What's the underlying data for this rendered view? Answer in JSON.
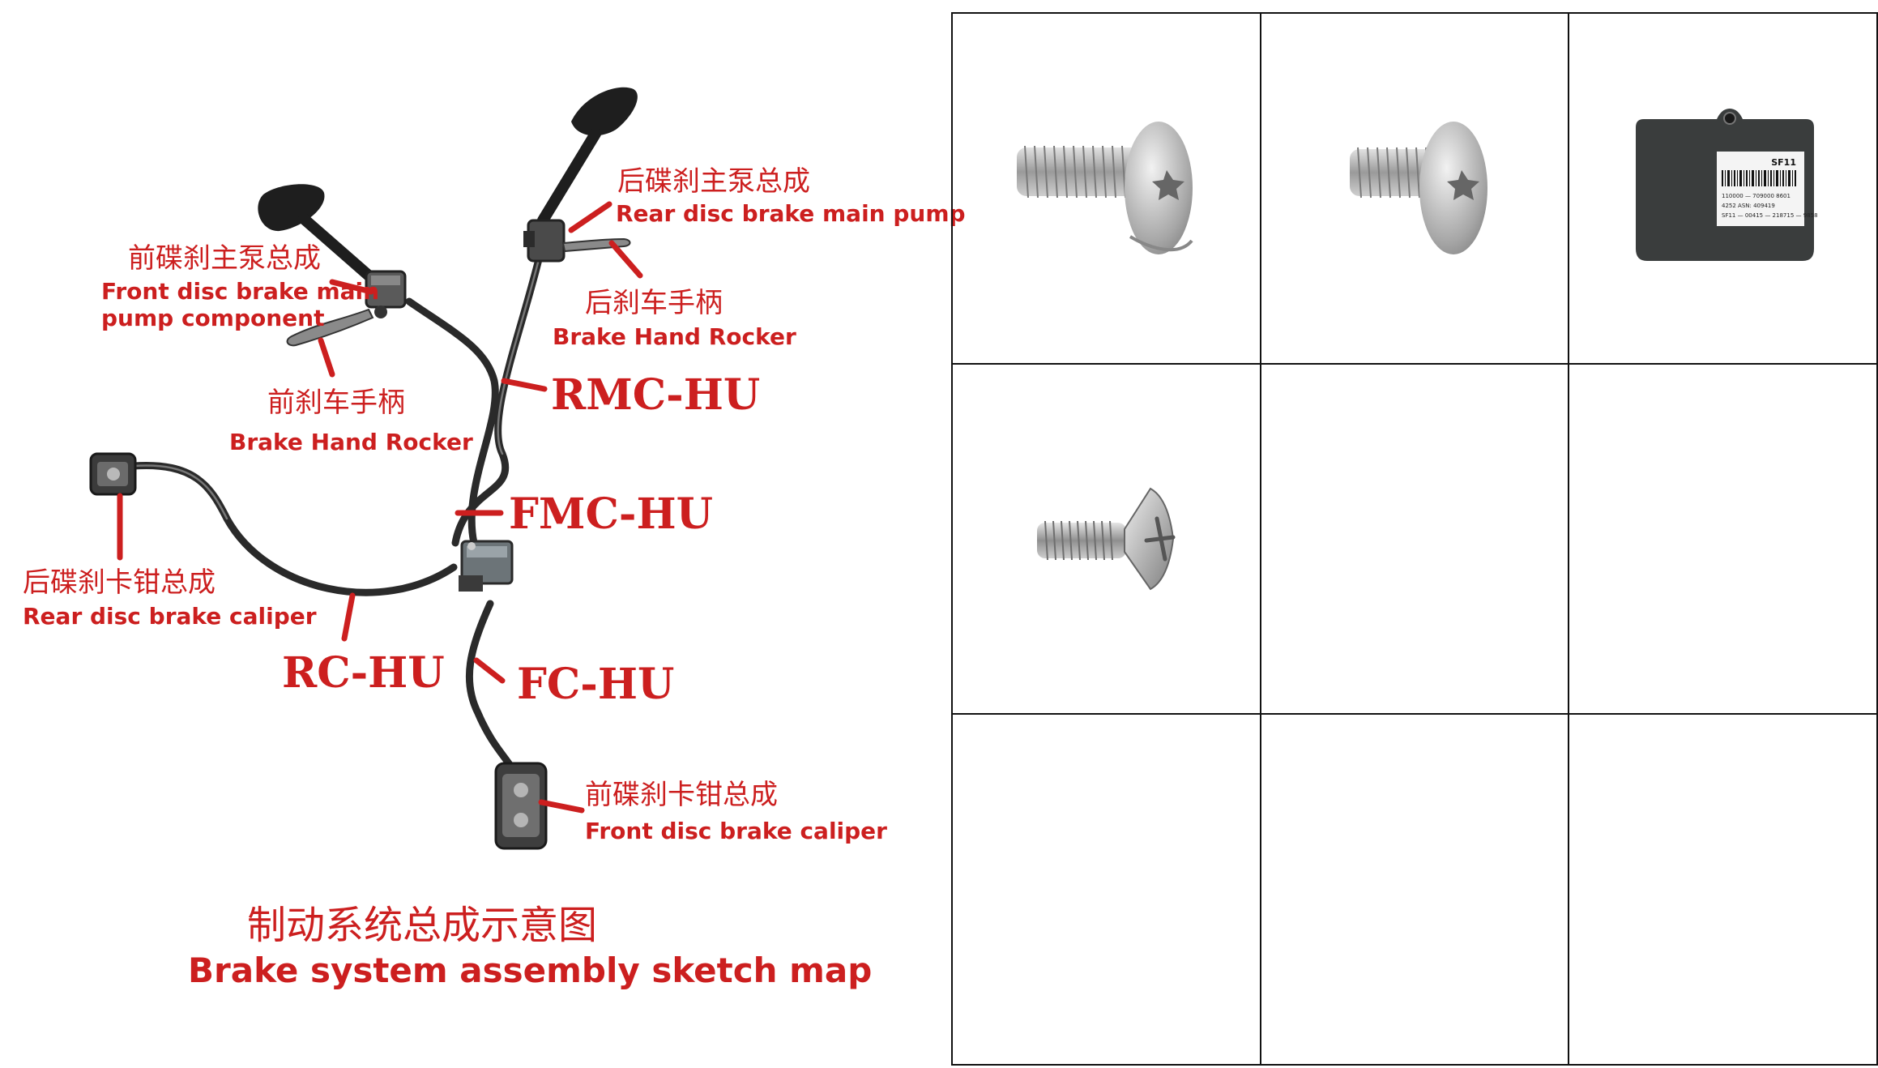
{
  "diagram": {
    "labels": {
      "rear_pump_zh": "后碟刹主泵总成",
      "rear_pump_en": "Rear disc brake main pump",
      "front_pump_zh": "前碟刹主泵总成",
      "front_pump_en_1": "Front disc brake main",
      "front_pump_en_2": "pump component",
      "rear_rocker_zh": "后刹车手柄",
      "rear_rocker_en": "Brake Hand Rocker",
      "front_rocker_zh": "前刹车手柄",
      "front_rocker_en": "Brake Hand Rocker",
      "rear_caliper_zh": "后碟刹卡钳总成",
      "rear_caliper_en": "Rear disc brake caliper",
      "front_caliper_zh": "前碟刹卡钳总成",
      "front_caliper_en": "Front disc brake caliper"
    },
    "hose_codes": {
      "rmc_hu": "RMC-HU",
      "fmc_hu": "FMC-HU",
      "rc_hu": "RC-HU",
      "fc_hu": "FC-HU"
    },
    "title_zh": "制动系统总成示意图",
    "title_en": "Brake system assembly sketch map",
    "accent_color": "#cc1f1f"
  },
  "parts_grid": {
    "rows": 3,
    "columns": 3,
    "cells": [
      {
        "part": "pan-head-torx-screw-long-icon"
      },
      {
        "part": "pan-head-torx-screw-short-icon"
      },
      {
        "part": "abs-control-module-icon",
        "label_lines": [
          "SF11",
          "110000 — 709000   8601",
          "4252           ASN: 409419",
          "SF11 — 00415 — 218715 — 9858"
        ]
      },
      {
        "part": "countersunk-phillips-screw-icon"
      },
      {
        "part": ""
      },
      {
        "part": ""
      },
      {
        "part": ""
      },
      {
        "part": ""
      },
      {
        "part": ""
      }
    ]
  }
}
